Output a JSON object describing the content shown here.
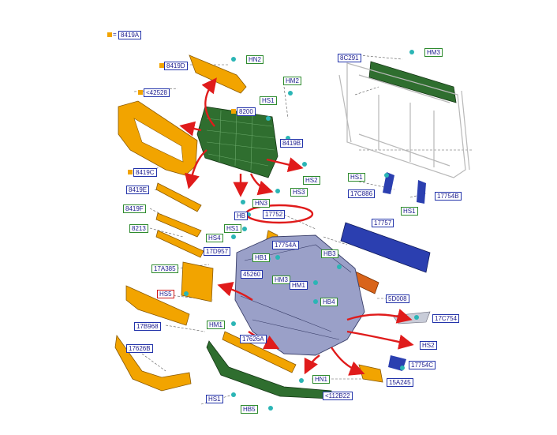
{
  "legend": {
    "code": "8419A",
    "color": "#f2a400"
  },
  "labels": {
    "hn2": "HN2",
    "p8419d": "8419D",
    "p42528": "<42528",
    "hm2": "HM2",
    "hs1_top": "HS1",
    "p8200": "8200",
    "p8419b": "8419B",
    "p8419c": "8419C",
    "hs2_top": "HS2",
    "p8c291": "8C291",
    "hm3_top": "HM3",
    "hs1_right": "HS1",
    "p17c886": "17C886",
    "p17754b": "17754B",
    "hs1_right2": "HS1",
    "p8419e": "8419E",
    "hs3": "HS3",
    "hn3": "HN3",
    "p8419f": "8419F",
    "hb_mid": "HB",
    "p17752": "17752",
    "p17757": "17757",
    "p8213": "8213",
    "hs1_mid": "HS1",
    "hs4": "HS4",
    "p17754a": "17754A",
    "p17d957": "17D957",
    "hb1": "HB1",
    "hb3": "HB3",
    "p17a385": "17A385",
    "p45260": "45260",
    "hm3_mid": "HM3",
    "hm1_mid": "HM1",
    "p5d008": "5D008",
    "hs5": "HS5",
    "hb4": "HB4",
    "p17b968": "17B968",
    "hm1_low": "HM1",
    "p17c754": "17C754",
    "p17626a": "17626A",
    "p17626b": "17626B",
    "hs2_low": "HS2",
    "p17754c": "17754C",
    "hn1": "HN1",
    "p15a245": "15A245",
    "p112b22": "<112B22",
    "hs1_low": "HS1",
    "hb5": "HB5"
  },
  "colors": {
    "orange": "#f2a400",
    "green": "#2f6e2f",
    "blue": "#2b3fb0",
    "rust": "#d9641a",
    "bumper": "#9aa0c8",
    "teal": "#2bb5b5",
    "highlight_red": "#e01b1b",
    "frame": "#b8b8b8"
  }
}
